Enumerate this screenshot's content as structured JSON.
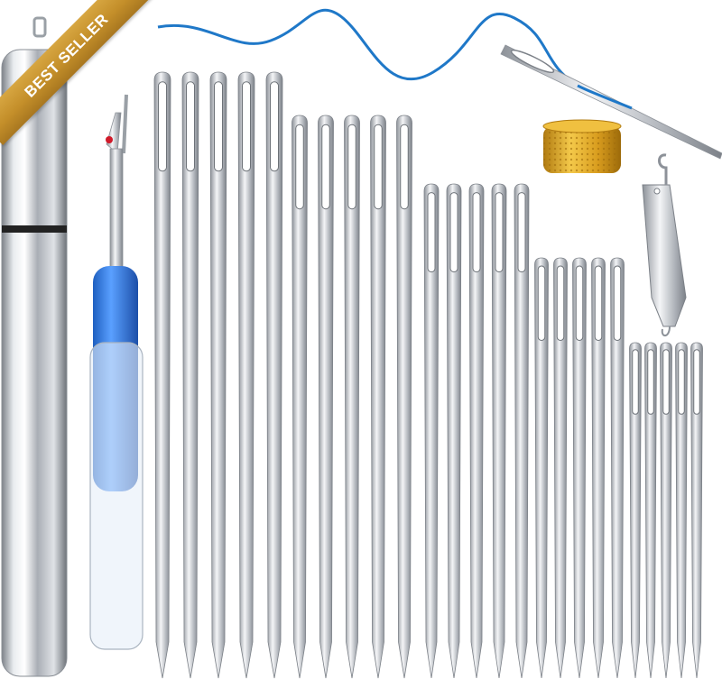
{
  "badge": {
    "text": "BEST SELLER"
  },
  "colors": {
    "badge_gold": "#c8952f",
    "thread_blue": "#1f78c8",
    "ripper_blue": "#2f7de0",
    "thimble_gold": "#e0a82a",
    "steel": "#c9ccd1"
  },
  "items": {
    "needle_case": "needle-case-icon",
    "seam_ripper": "seam-ripper-icon",
    "thread": "thread-icon",
    "threaded_needle": "threaded-needle-icon",
    "thimble": "thimble-icon",
    "needle_threader": "needle-threader-icon"
  },
  "needle_groups": [
    {
      "count": 5
    },
    {
      "count": 5
    },
    {
      "count": 5
    },
    {
      "count": 5
    },
    {
      "count": 5
    }
  ]
}
